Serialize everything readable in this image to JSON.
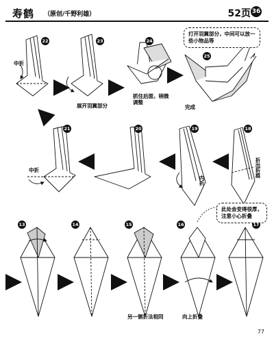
{
  "header": {
    "title": "寿鹤",
    "subtitle": "（原创/千野利雄）",
    "page_ref": "52页",
    "page_ref_badge": "36"
  },
  "steps": [
    {
      "num": "22"
    },
    {
      "num": "23"
    },
    {
      "num": "24"
    },
    {
      "num": "25"
    },
    {
      "num": "21"
    },
    {
      "num": "20"
    },
    {
      "num": "19"
    },
    {
      "num": "18"
    },
    {
      "num": "13"
    },
    {
      "num": "14"
    },
    {
      "num": "15"
    },
    {
      "num": "16"
    },
    {
      "num": "17"
    }
  ],
  "labels": {
    "s22_fold": "中折",
    "s23_spread": "展开羽翼部分",
    "s24_hold": "抓住后面，稍微\n调整",
    "s25_done": "完成",
    "s21_fold": "中折",
    "s19_in": "内折",
    "s18_crease": "折出折痕",
    "s15_same": "另一侧折法相同",
    "s16_up": "向上折叠"
  },
  "notes": {
    "n25": "打开羽翼部分，中间可以放一\n些小物品等",
    "n16": "此处会变得很厚，\n注意小心折叠"
  },
  "footer": {
    "page_number": "77"
  }
}
